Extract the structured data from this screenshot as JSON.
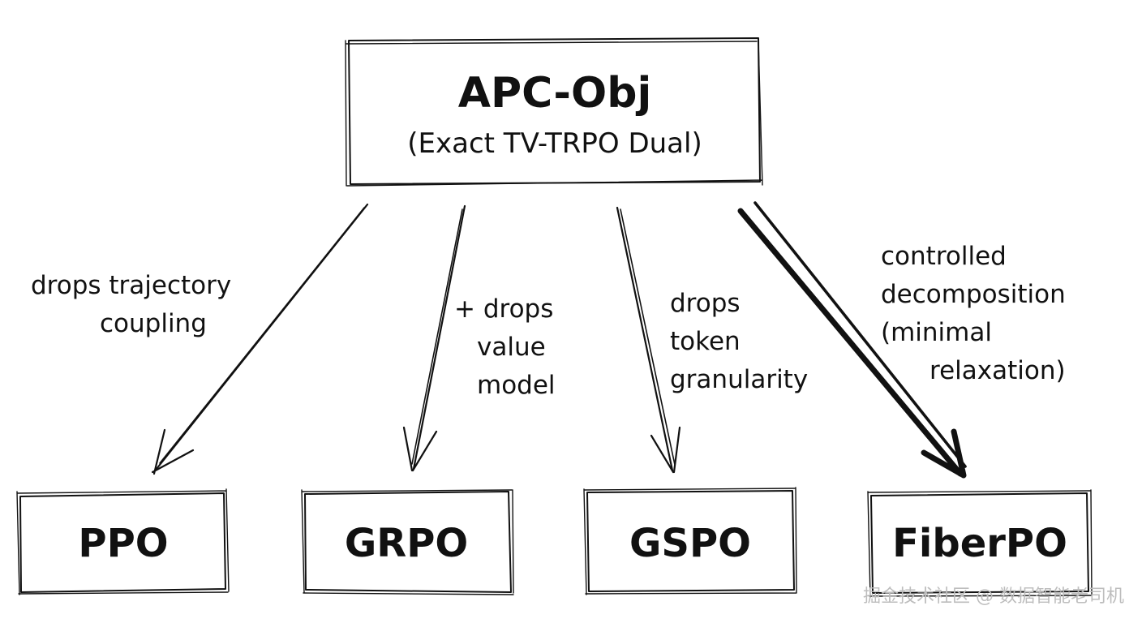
{
  "root": {
    "title": "APC-Obj",
    "subtitle": "(Exact TV-TRPO Dual)"
  },
  "nodes": [
    {
      "id": "ppo",
      "label": "PPO"
    },
    {
      "id": "grpo",
      "label": "GRPO"
    },
    {
      "id": "gspo",
      "label": "GSPO"
    },
    {
      "id": "fiberpo",
      "label": "FiberPO"
    }
  ],
  "edges": [
    {
      "to": "ppo",
      "label_lines": [
        "drops trajectory",
        "coupling"
      ]
    },
    {
      "to": "grpo",
      "label_lines": [
        "+ drops",
        "value",
        "model"
      ]
    },
    {
      "to": "gspo",
      "label_lines": [
        "drops",
        "token",
        "granularity"
      ]
    },
    {
      "to": "fiberpo",
      "label_lines": [
        "controlled",
        "decomposition",
        "(minimal",
        "relaxation)"
      ],
      "emphasis": "bold"
    }
  ],
  "watermark": "掘金技术社区 @ 数据智能老司机",
  "colors": {
    "ink": "#111111",
    "background": "#ffffff",
    "watermark": "#bdbdbd"
  }
}
